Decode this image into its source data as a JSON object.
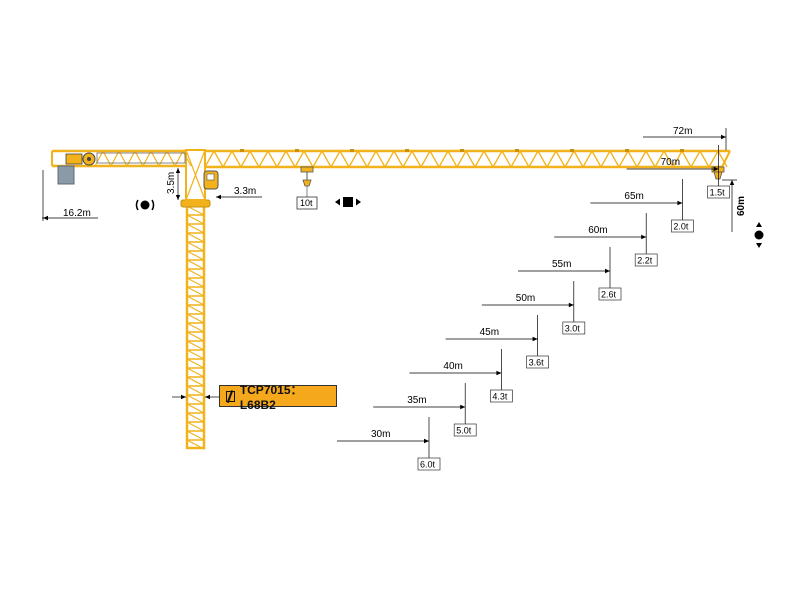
{
  "crane": {
    "model_label": "TCP7015：L68B2",
    "max_jib_length": "72m",
    "counter_jib_length": "16.2m",
    "height_under_hook": "60m",
    "tower_head_height": "3.5m",
    "head_offset": "3.3m",
    "max_load": "10t"
  },
  "load_chart": [
    {
      "radius": "30m",
      "load": "6.0t"
    },
    {
      "radius": "35m",
      "load": "5.0t"
    },
    {
      "radius": "40m",
      "load": "4.3t"
    },
    {
      "radius": "45m",
      "load": "3.6t"
    },
    {
      "radius": "50m",
      "load": "3.0t"
    },
    {
      "radius": "55m",
      "load": "2.6t"
    },
    {
      "radius": "60m",
      "load": "2.2t"
    },
    {
      "radius": "65m",
      "load": "2.0t"
    },
    {
      "radius": "70m",
      "load": "1.5t"
    }
  ],
  "colors": {
    "structure": "#f2b21b",
    "structure_dark": "#c8900f",
    "counterweight": "#8a9aa6",
    "label_bg": "#f5a81c"
  },
  "icons": [
    "slewing-icon",
    "trolley-travel-icon",
    "hoisting-icon",
    "manual-book-icon"
  ]
}
